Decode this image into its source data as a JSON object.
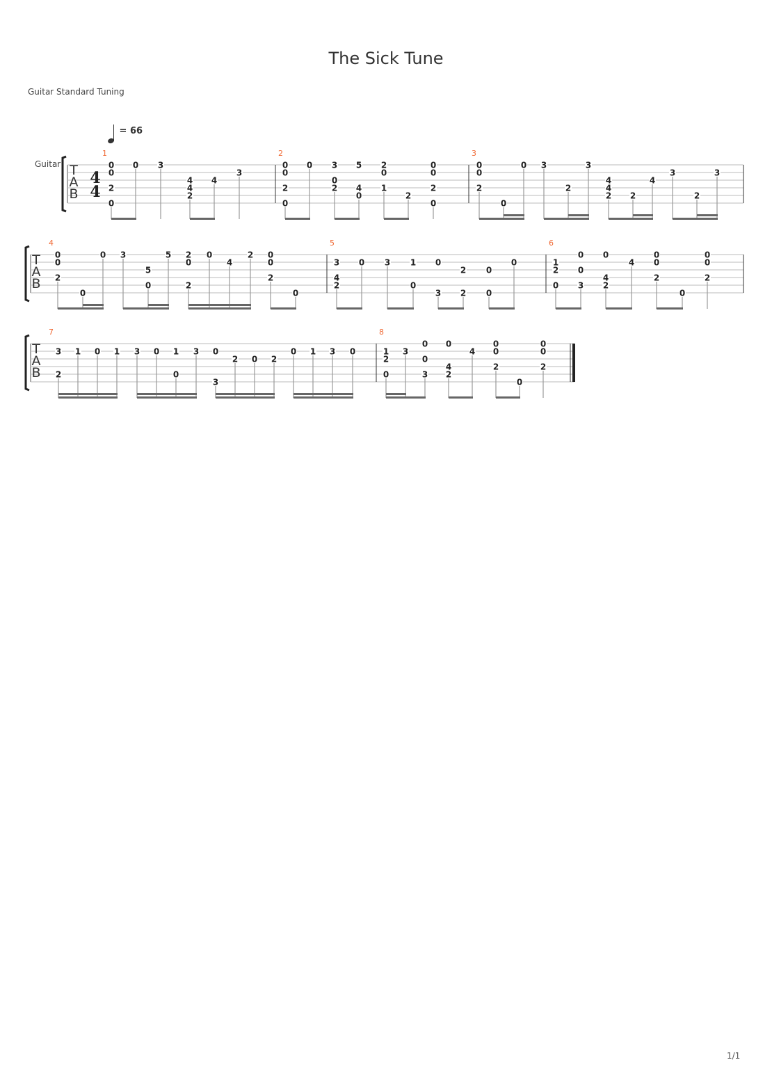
{
  "title": "The Sick Tune",
  "tuning": "Guitar Standard Tuning",
  "tempo": {
    "symbol": "quarter-note",
    "text": "= 66"
  },
  "instrument": "Guitar",
  "tab_letters": [
    "T",
    "A",
    "B"
  ],
  "time_signature": {
    "num": "4",
    "den": "4"
  },
  "page_number": "1/1",
  "colors": {
    "measure_number": "#f06a35",
    "staff": "#bbbbbb",
    "ink": "#222222"
  },
  "measures": [
    {
      "number": "1",
      "beats": [
        {
          "notes": [
            [
              1,
              "0"
            ],
            [
              2,
              "0"
            ],
            [
              4,
              "2"
            ],
            [
              6,
              "0"
            ]
          ],
          "dur": 8,
          "group": 1
        },
        {
          "notes": [
            [
              1,
              "0"
            ]
          ],
          "dur": 8,
          "group": 1
        },
        {
          "notes": [
            [
              1,
              "3"
            ]
          ],
          "dur": 4,
          "group": null
        },
        {
          "notes": [
            [
              3,
              "4"
            ],
            [
              4,
              "4"
            ],
            [
              5,
              "2"
            ]
          ],
          "dur": 8,
          "group": 2
        },
        {
          "notes": [
            [
              3,
              "4"
            ]
          ],
          "dur": 8,
          "group": 2
        },
        {
          "notes": [
            [
              2,
              "3"
            ]
          ],
          "dur": 4,
          "group": null
        }
      ]
    },
    {
      "number": "2",
      "beats": [
        {
          "notes": [
            [
              1,
              "0"
            ],
            [
              2,
              "0"
            ],
            [
              4,
              "2"
            ],
            [
              6,
              "0"
            ]
          ],
          "dur": 8,
          "group": 1
        },
        {
          "notes": [
            [
              1,
              "0"
            ]
          ],
          "dur": 8,
          "group": 1
        },
        {
          "notes": [
            [
              1,
              "3"
            ],
            [
              3,
              "0"
            ],
            [
              4,
              "2"
            ]
          ],
          "dur": 8,
          "group": 2
        },
        {
          "notes": [
            [
              1,
              "5"
            ],
            [
              4,
              "4"
            ],
            [
              5,
              "0"
            ]
          ],
          "dur": 8,
          "group": 2
        },
        {
          "notes": [
            [
              1,
              "2"
            ],
            [
              2,
              "0"
            ],
            [
              4,
              "1"
            ]
          ],
          "dur": 8,
          "group": 3
        },
        {
          "notes": [
            [
              5,
              "2"
            ]
          ],
          "dur": 8,
          "group": 3
        },
        {
          "notes": [
            [
              1,
              "0"
            ],
            [
              2,
              "0"
            ],
            [
              4,
              "2"
            ],
            [
              6,
              "0"
            ]
          ],
          "dur": 4,
          "group": null
        }
      ]
    },
    {
      "number": "3",
      "beats": [
        {
          "notes": [
            [
              1,
              "0"
            ],
            [
              2,
              "0"
            ],
            [
              4,
              "2"
            ]
          ],
          "dur": 8,
          "group": 1
        },
        {
          "notes": [
            [
              6,
              "0"
            ]
          ],
          "dur": 16,
          "group": 1
        },
        {
          "notes": [
            [
              1,
              "0"
            ]
          ],
          "dur": 16,
          "group": 1
        },
        {
          "notes": [
            [
              1,
              "3"
            ]
          ],
          "dur": 8,
          "group": 2
        },
        {
          "notes": [
            [
              4,
              "2"
            ]
          ],
          "dur": 16,
          "group": 2
        },
        {
          "notes": [
            [
              1,
              "3"
            ]
          ],
          "dur": 16,
          "group": 2
        },
        {
          "notes": [
            [
              3,
              "4"
            ],
            [
              4,
              "4"
            ],
            [
              5,
              "2"
            ]
          ],
          "dur": 8,
          "group": 3
        },
        {
          "notes": [
            [
              5,
              "2"
            ]
          ],
          "dur": 16,
          "group": 3
        },
        {
          "notes": [
            [
              3,
              "4"
            ]
          ],
          "dur": 16,
          "group": 3
        },
        {
          "notes": [
            [
              2,
              "3"
            ]
          ],
          "dur": 8,
          "group": 4
        },
        {
          "notes": [
            [
              5,
              "2"
            ]
          ],
          "dur": 16,
          "group": 4
        },
        {
          "notes": [
            [
              2,
              "3"
            ]
          ],
          "dur": 16,
          "group": 4
        }
      ]
    },
    {
      "number": "4",
      "beats": [
        {
          "notes": [
            [
              1,
              "0"
            ],
            [
              2,
              "0"
            ],
            [
              4,
              "2"
            ]
          ],
          "dur": 8,
          "group": 1
        },
        {
          "notes": [
            [
              6,
              "0"
            ]
          ],
          "dur": 16,
          "group": 1
        },
        {
          "notes": [
            [
              1,
              "0"
            ]
          ],
          "dur": 16,
          "group": 1
        },
        {
          "notes": [
            [
              1,
              "3"
            ]
          ],
          "dur": 8,
          "group": 2
        },
        {
          "notes": [
            [
              3,
              "5"
            ],
            [
              5,
              "0"
            ]
          ],
          "dur": 16,
          "group": 2
        },
        {
          "notes": [
            [
              1,
              "5"
            ]
          ],
          "dur": 16,
          "group": 2
        },
        {
          "notes": [
            [
              1,
              "2"
            ],
            [
              2,
              "0"
            ],
            [
              5,
              "2"
            ]
          ],
          "dur": 16,
          "group": 3
        },
        {
          "notes": [
            [
              1,
              "0"
            ]
          ],
          "dur": 16,
          "group": 3
        },
        {
          "notes": [
            [
              2,
              "4"
            ]
          ],
          "dur": 16,
          "group": 3
        },
        {
          "notes": [
            [
              1,
              "2"
            ]
          ],
          "dur": 16,
          "group": 3
        },
        {
          "notes": [
            [
              1,
              "0"
            ],
            [
              2,
              "0"
            ],
            [
              4,
              "2"
            ]
          ],
          "dur": 8,
          "group": 4
        },
        {
          "notes": [
            [
              6,
              "0"
            ]
          ],
          "dur": 8,
          "group": 4
        }
      ]
    },
    {
      "number": "5",
      "beats": [
        {
          "notes": [
            [
              2,
              "3"
            ],
            [
              4,
              "4"
            ],
            [
              5,
              "2"
            ]
          ],
          "dur": 8,
          "group": 1
        },
        {
          "notes": [
            [
              2,
              "0"
            ]
          ],
          "dur": 8,
          "group": 1
        },
        {
          "notes": [
            [
              2,
              "3"
            ]
          ],
          "dur": 8,
          "group": 2
        },
        {
          "notes": [
            [
              2,
              "1"
            ],
            [
              5,
              "0"
            ]
          ],
          "dur": 8,
          "group": 2
        },
        {
          "notes": [
            [
              2,
              "0"
            ],
            [
              6,
              "3"
            ]
          ],
          "dur": 8,
          "group": 3
        },
        {
          "notes": [
            [
              3,
              "2"
            ],
            [
              6,
              "2"
            ]
          ],
          "dur": 8,
          "group": 3
        },
        {
          "notes": [
            [
              3,
              "0"
            ],
            [
              6,
              "0"
            ]
          ],
          "dur": 8,
          "group": 4
        },
        {
          "notes": [
            [
              2,
              "0"
            ]
          ],
          "dur": 8,
          "group": 4
        }
      ]
    },
    {
      "number": "6",
      "beats": [
        {
          "notes": [
            [
              2,
              "1"
            ],
            [
              3,
              "2"
            ],
            [
              5,
              "0"
            ]
          ],
          "dur": 8,
          "group": 1
        },
        {
          "notes": [
            [
              1,
              "0"
            ],
            [
              3,
              "0"
            ],
            [
              5,
              "3"
            ]
          ],
          "dur": 8,
          "group": 1
        },
        {
          "notes": [
            [
              1,
              "0"
            ],
            [
              4,
              "4"
            ],
            [
              5,
              "2"
            ]
          ],
          "dur": 8,
          "group": 2
        },
        {
          "notes": [
            [
              2,
              "4"
            ]
          ],
          "dur": 8,
          "group": 2
        },
        {
          "notes": [
            [
              1,
              "0"
            ],
            [
              2,
              "0"
            ],
            [
              4,
              "2"
            ]
          ],
          "dur": 8,
          "group": 3
        },
        {
          "notes": [
            [
              6,
              "0"
            ]
          ],
          "dur": 8,
          "group": 3
        },
        {
          "notes": [
            [
              1,
              "0"
            ],
            [
              2,
              "0"
            ],
            [
              4,
              "2"
            ]
          ],
          "dur": 4,
          "group": null
        }
      ]
    },
    {
      "number": "7",
      "beats": [
        {
          "notes": [
            [
              2,
              "3"
            ],
            [
              5,
              "2"
            ]
          ],
          "dur": 16,
          "group": 1
        },
        {
          "notes": [
            [
              2,
              "1"
            ]
          ],
          "dur": 16,
          "group": 1
        },
        {
          "notes": [
            [
              2,
              "0"
            ]
          ],
          "dur": 16,
          "group": 1
        },
        {
          "notes": [
            [
              2,
              "1"
            ]
          ],
          "dur": 16,
          "group": 1
        },
        {
          "notes": [
            [
              2,
              "3"
            ]
          ],
          "dur": 16,
          "group": 2
        },
        {
          "notes": [
            [
              2,
              "0"
            ]
          ],
          "dur": 16,
          "group": 2
        },
        {
          "notes": [
            [
              2,
              "1"
            ],
            [
              5,
              "0"
            ]
          ],
          "dur": 16,
          "group": 2
        },
        {
          "notes": [
            [
              2,
              "3"
            ]
          ],
          "dur": 16,
          "group": 2
        },
        {
          "notes": [
            [
              2,
              "0"
            ],
            [
              6,
              "3"
            ]
          ],
          "dur": 16,
          "group": 3
        },
        {
          "notes": [
            [
              3,
              "2"
            ]
          ],
          "dur": 16,
          "group": 3
        },
        {
          "notes": [
            [
              3,
              "0"
            ]
          ],
          "dur": 16,
          "group": 3
        },
        {
          "notes": [
            [
              3,
              "2"
            ]
          ],
          "dur": 16,
          "group": 3
        },
        {
          "notes": [
            [
              2,
              "0"
            ]
          ],
          "dur": 16,
          "group": 4
        },
        {
          "notes": [
            [
              2,
              "1"
            ]
          ],
          "dur": 16,
          "group": 4
        },
        {
          "notes": [
            [
              2,
              "3"
            ]
          ],
          "dur": 16,
          "group": 4
        },
        {
          "notes": [
            [
              2,
              "0"
            ]
          ],
          "dur": 16,
          "group": 4
        }
      ]
    },
    {
      "number": "8",
      "beats": [
        {
          "notes": [
            [
              2,
              "1"
            ],
            [
              3,
              "2"
            ],
            [
              5,
              "0"
            ]
          ],
          "dur": 16,
          "group": 1
        },
        {
          "notes": [
            [
              2,
              "3"
            ]
          ],
          "dur": 16,
          "group": 1
        },
        {
          "notes": [
            [
              1,
              "0"
            ],
            [
              3,
              "0"
            ],
            [
              5,
              "3"
            ]
          ],
          "dur": 8,
          "group": 1
        },
        {
          "notes": [
            [
              1,
              "0"
            ],
            [
              4,
              "4"
            ],
            [
              5,
              "2"
            ]
          ],
          "dur": 8,
          "group": 2
        },
        {
          "notes": [
            [
              2,
              "4"
            ]
          ],
          "dur": 8,
          "group": 2
        },
        {
          "notes": [
            [
              1,
              "0"
            ],
            [
              2,
              "0"
            ],
            [
              4,
              "2"
            ]
          ],
          "dur": 8,
          "group": 3
        },
        {
          "notes": [
            [
              6,
              "0"
            ]
          ],
          "dur": 8,
          "group": 3
        },
        {
          "notes": [
            [
              1,
              "0"
            ],
            [
              2,
              "0"
            ],
            [
              4,
              "2"
            ]
          ],
          "dur": 4,
          "group": null
        }
      ]
    }
  ]
}
